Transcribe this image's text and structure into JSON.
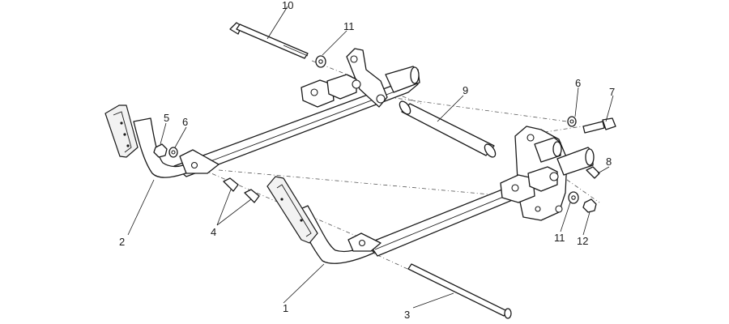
{
  "callouts": {
    "c1": "1",
    "c2": "2",
    "c3": "3",
    "c4": "4",
    "c5": "5",
    "c6a": "6",
    "c6b": "6",
    "c7": "7",
    "c8": "8",
    "c9": "9",
    "c10": "10",
    "c11a": "11",
    "c11b": "11",
    "c12": "12"
  }
}
